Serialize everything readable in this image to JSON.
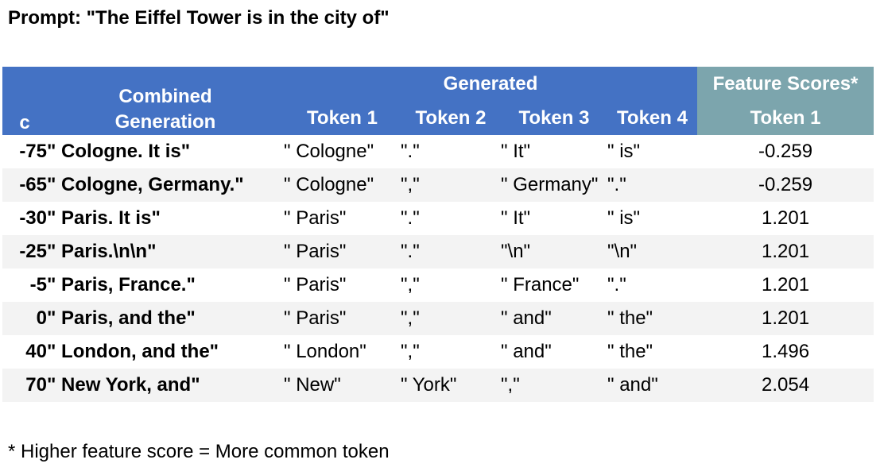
{
  "prompt": "Prompt: \"The Eiffel Tower is in the city of\"",
  "table": {
    "headers": {
      "c": "c",
      "combined_generation": [
        "Combined",
        "Generation"
      ],
      "generated": "Generated",
      "feature_scores": "Feature Scores*",
      "token_1": "Token 1",
      "token_2": "Token 2",
      "token_3": "Token 3",
      "token_4": "Token 4",
      "score_token_1": "Token 1"
    },
    "rows": [
      {
        "c": "-75",
        "generation": "\" Cologne. It is\"",
        "token_1": "\" Cologne\"",
        "token_2": "\".\"",
        "token_3": "\" It\"",
        "token_4": "\" is\"",
        "score": "-0.259"
      },
      {
        "c": "-65",
        "generation": "\" Cologne, Germany.\"",
        "token_1": "\" Cologne\"",
        "token_2": "\",\"",
        "token_3": "\" Germany\"",
        "token_4": "\".\"",
        "score": "-0.259"
      },
      {
        "c": "-30",
        "generation": "\" Paris. It is\"",
        "token_1": "\" Paris\"",
        "token_2": "\".\"",
        "token_3": "\" It\"",
        "token_4": "\" is\"",
        "score": "1.201"
      },
      {
        "c": "-25",
        "generation": "\" Paris.\\n\\n\"",
        "token_1": "\" Paris\"",
        "token_2": "\".\"",
        "token_3": "\"\\n\"",
        "token_4": "\"\\n\"",
        "score": "1.201"
      },
      {
        "c": "-5",
        "generation": "\" Paris, France.\"",
        "token_1": "\" Paris\"",
        "token_2": "\",\"",
        "token_3": "\" France\"",
        "token_4": "\".\"",
        "score": "1.201"
      },
      {
        "c": "0",
        "generation": "\" Paris, and the\"",
        "token_1": "\" Paris\"",
        "token_2": "\",\"",
        "token_3": "\" and\"",
        "token_4": "\" the\"",
        "score": "1.201"
      },
      {
        "c": "40",
        "generation": "\" London, and the\"",
        "token_1": "\" London\"",
        "token_2": "\",\"",
        "token_3": "\" and\"",
        "token_4": "\" the\"",
        "score": "1.496"
      },
      {
        "c": "70",
        "generation": "\" New York, and\"",
        "token_1": "\" New\"",
        "token_2": "\" York\"",
        "token_3": "\",\"",
        "token_4": "\" and\"",
        "score": "2.054"
      }
    ]
  },
  "footnote": "* Higher feature score = More common token",
  "colors": {
    "header_blue": "#4472c4",
    "header_teal": "#7ca5ad",
    "stripe": "#f3f3f3"
  }
}
